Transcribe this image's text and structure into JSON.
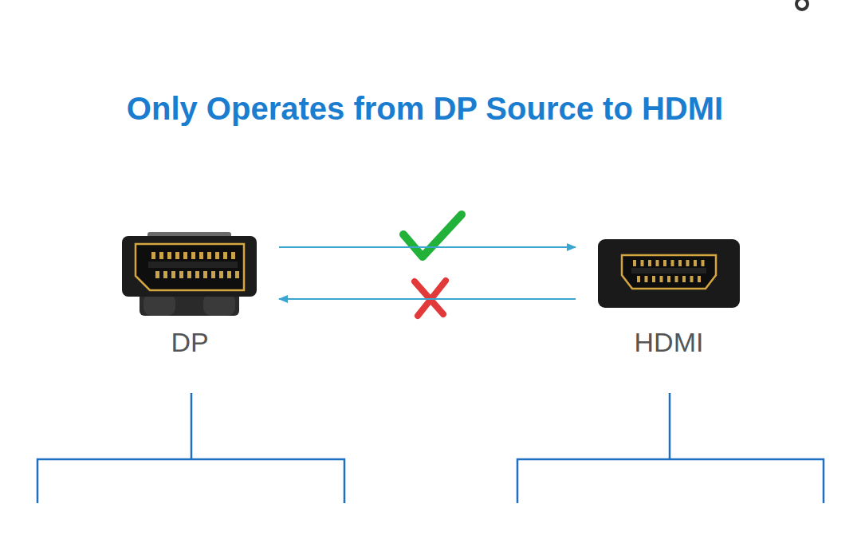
{
  "diagram": {
    "title": "Only Operates from DP Source to HDMI",
    "nodes": [
      {
        "text": [
          "DP"
        ]
      },
      {
        "text": [
          "HDMI"
        ]
      }
    ],
    "edges": [
      {
        "from": 0,
        "to": 1,
        "arrow": "to"
      },
      {
        "from": 1,
        "to": 0,
        "arrow": "to"
      }
    ]
  }
}
